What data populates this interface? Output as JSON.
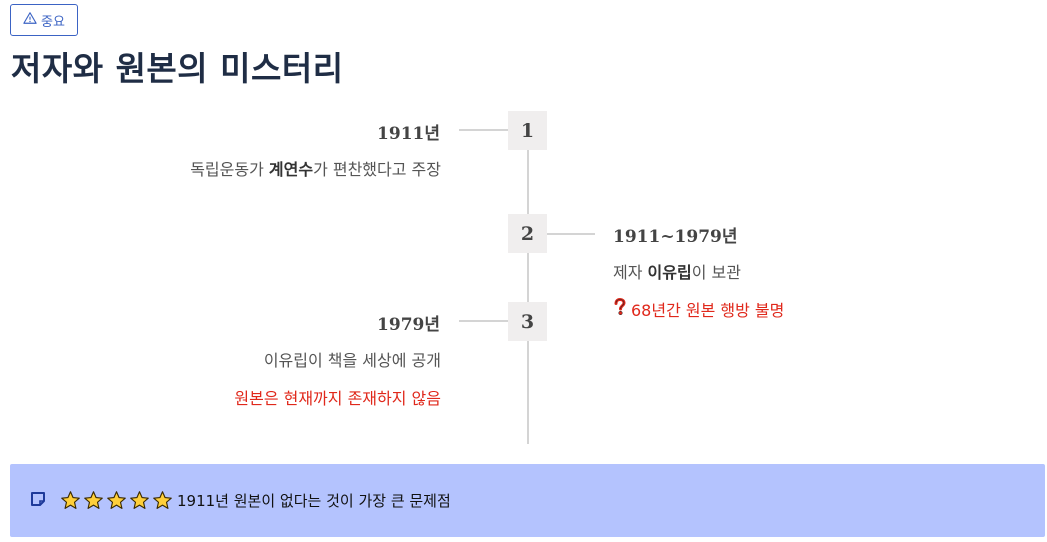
{
  "badge": {
    "label": "중요",
    "icon": "warning-icon"
  },
  "title": "저자와 원본의 미스터리",
  "timeline": [
    {
      "step": "1",
      "date": "1911년",
      "desc_pre": "독립운동가 ",
      "desc_bold": "계연수",
      "desc_post": "가 편찬했다고 주장"
    },
    {
      "step": "2",
      "date": "1911~1979년",
      "desc_pre": "제자 ",
      "desc_bold": "이유립",
      "desc_post": "이 보관",
      "note": "68년간 원본 행방 불명",
      "note_icon": "question-icon"
    },
    {
      "step": "3",
      "date": "1979년",
      "desc": "이유립이 책을 세상에 공개",
      "note": "원본은 현재까지 존재하지 않음"
    }
  ],
  "callout": {
    "icon": "note-icon",
    "rating": 5,
    "text": "1911년 원본이 없다는 것이 가장 큰 문제점"
  },
  "colors": {
    "accent": "#3b63c4",
    "alert": "#e0281b",
    "callout_bg": "#b4c3fe",
    "title": "#1f2d45"
  }
}
